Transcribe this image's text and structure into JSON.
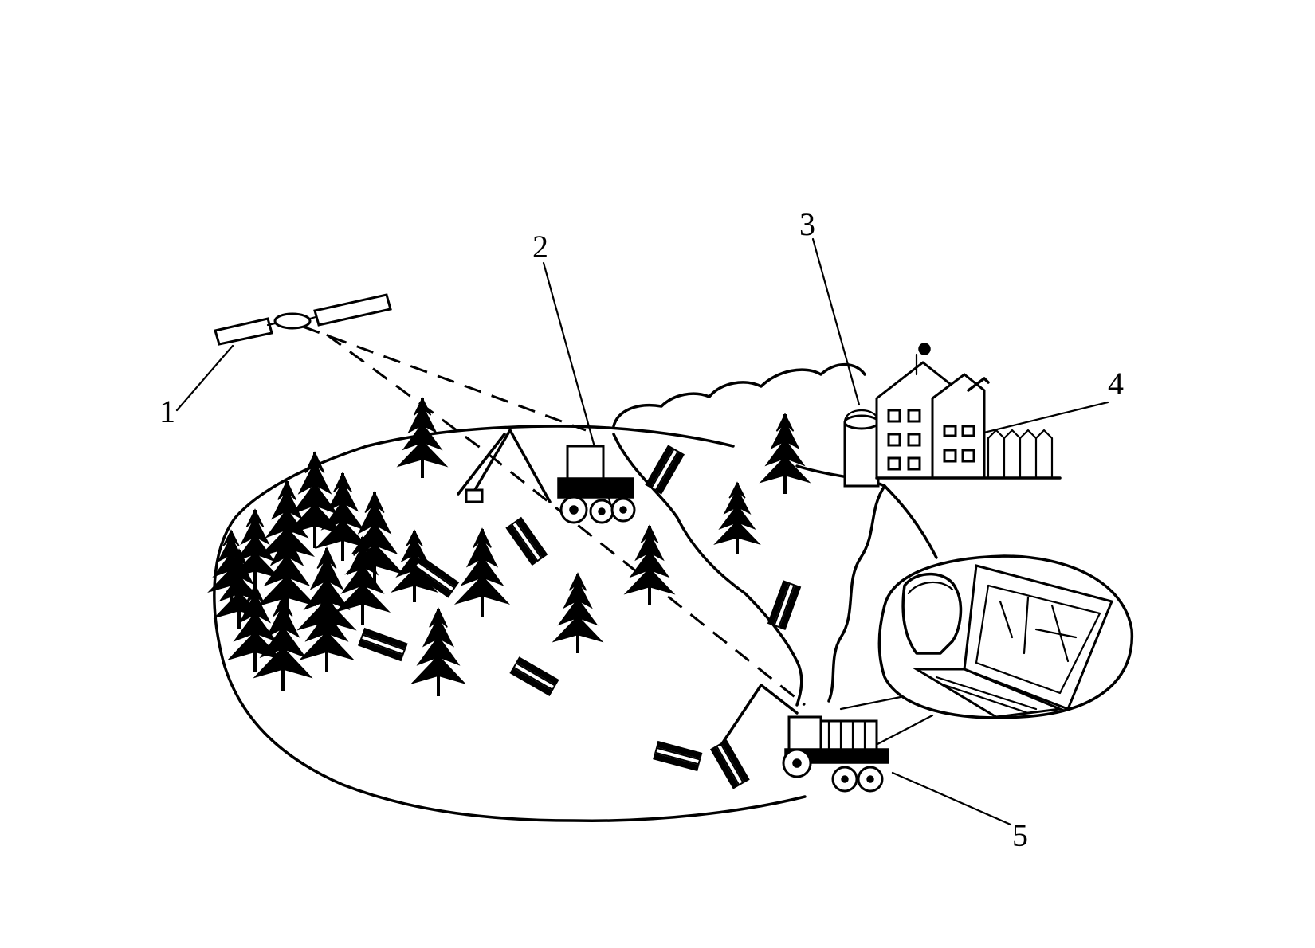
{
  "diagram": {
    "labels": {
      "satellite": "1",
      "harvester": "2",
      "silo": "3",
      "building": "4",
      "forwarder": "5"
    }
  }
}
